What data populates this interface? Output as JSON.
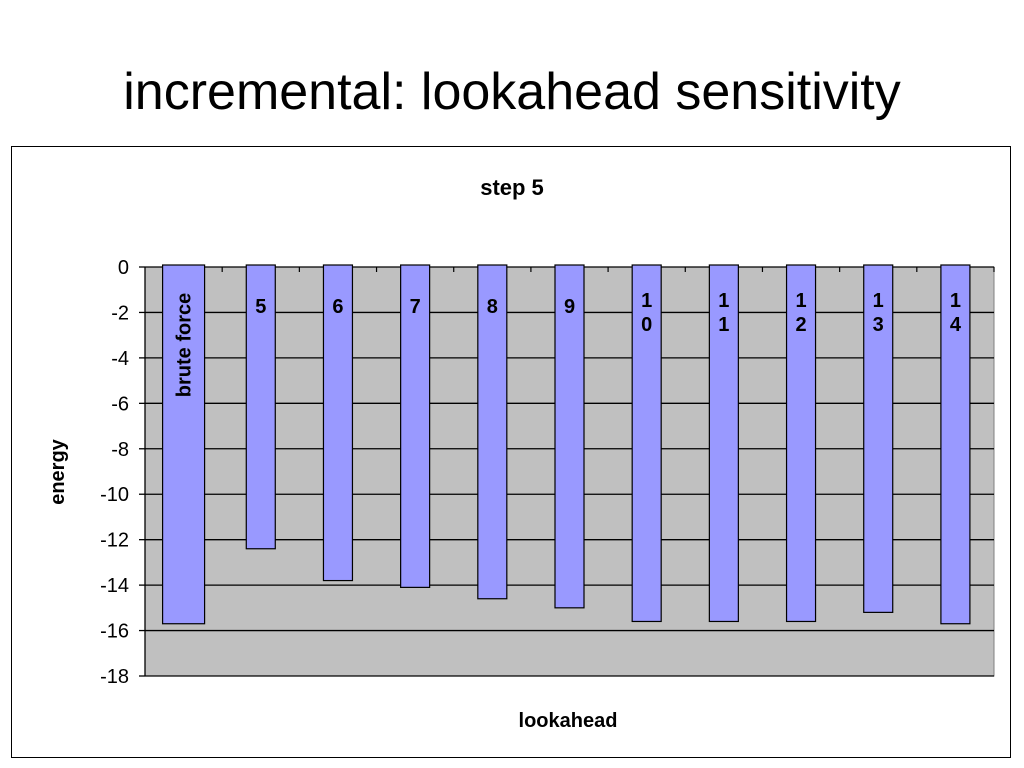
{
  "slide": {
    "title": "incremental: lookahead sensitivity"
  },
  "chart_data": {
    "type": "bar",
    "title": "step 5",
    "xlabel": "lookahead",
    "ylabel": "energy",
    "ylim": [
      -18,
      0
    ],
    "yticks": [
      0,
      -2,
      -4,
      -6,
      -8,
      -10,
      -12,
      -14,
      -16,
      -18
    ],
    "grid": true,
    "legend": "none",
    "categories": [
      "brute force",
      "5",
      "6",
      "7",
      "8",
      "9",
      "10",
      "11",
      "12",
      "13",
      "14"
    ],
    "values": [
      -15.7,
      -12.4,
      -13.8,
      -14.1,
      -14.6,
      -15.0,
      -15.6,
      -15.6,
      -15.6,
      -15.2,
      -15.7
    ],
    "colors": {
      "bar_fill": "#9999ff",
      "bar_stroke": "#000000",
      "plot_background": "#c0c0c0",
      "gridline": "#000000"
    }
  }
}
